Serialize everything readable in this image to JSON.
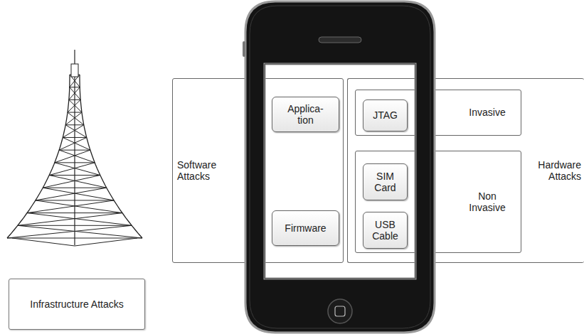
{
  "diagram": {
    "nodes": [
      {
        "text": [
          "Software Attacks"
        ]
      },
      {
        "text": [
          "Applica- tion"
        ],
        "in": 0
      },
      {
        "text": [
          "Firmware"
        ],
        "in": 0
      },
      {
        "text": [
          "Hardware Attacks"
        ]
      },
      {
        "text": [
          "Invasive"
        ],
        "in": 3
      },
      {
        "text": [
          "JTAG"
        ],
        "in": 4
      },
      {
        "text": [
          "Non Invasive"
        ],
        "in": 3
      },
      {
        "text": [
          "SIM Card"
        ],
        "in": 6
      },
      {
        "text": [
          "USB Cable"
        ],
        "in": 6
      },
      {
        "text": [
          "Infrastructure Attacks"
        ]
      }
    ]
  }
}
